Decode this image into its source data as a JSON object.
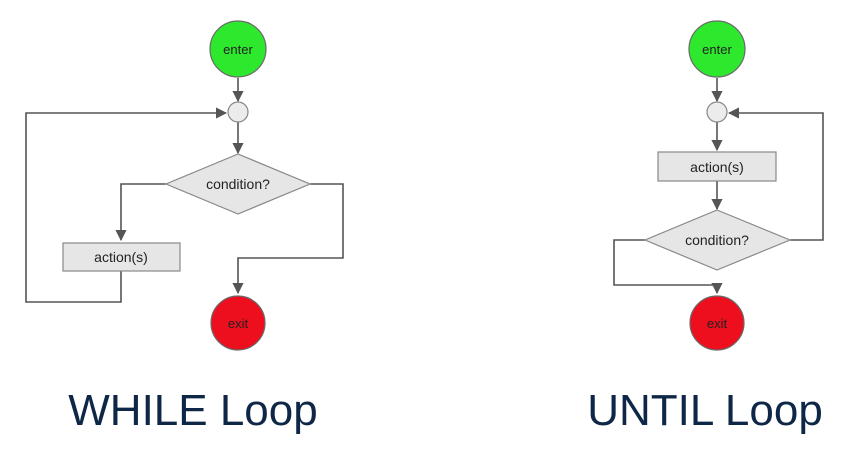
{
  "while_loop": {
    "caption": "WHILE Loop",
    "start_label": "enter",
    "decision_label": "condition?",
    "action_label": "action(s)",
    "end_label": "exit"
  },
  "until_loop": {
    "caption": "UNTIL Loop",
    "start_label": "enter",
    "action_label": "action(s)",
    "decision_label": "condition?",
    "end_label": "exit"
  },
  "colors": {
    "start_node": "#2ee82e",
    "end_node": "#ee0f1e",
    "box_fill": "#e6e6e6",
    "edge": "#555555",
    "caption": "#0e2747"
  }
}
